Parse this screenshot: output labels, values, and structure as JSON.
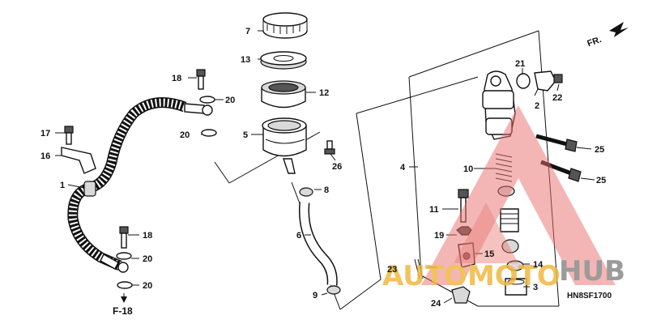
{
  "diagram": {
    "code": "HN8SF1700",
    "direction_label": "FR.",
    "ref_label": "F-18",
    "callouts": {
      "p1": "1",
      "p2": "2",
      "p3": "3",
      "p4": "4",
      "p5": "5",
      "p6": "6",
      "p7": "7",
      "p8": "8",
      "p9": "9",
      "p10": "10",
      "p11": "11",
      "p12": "12",
      "p13": "13",
      "p14": "14",
      "p15": "15",
      "p16": "16",
      "p17": "17",
      "p18a": "18",
      "p18b": "18",
      "p19": "19",
      "p20a": "20",
      "p20b": "20",
      "p20c": "20",
      "p20d": "20",
      "p21": "21",
      "p22": "22",
      "p23": "23",
      "p24": "24",
      "p25a": "25",
      "p25b": "25",
      "p26": "26"
    }
  },
  "watermark": {
    "word_a": "AUTOMOTO",
    "word_b": "HUB",
    "color_main": "#e8706a",
    "color_accent": "#f0b840",
    "color_hub": "#8a8a8a"
  }
}
